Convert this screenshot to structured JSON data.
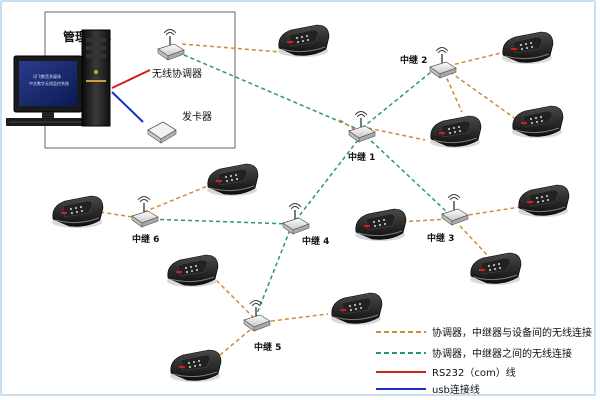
{
  "management_center": {
    "title": "管理中心",
    "monitor_text": [
      "讯飞数音多媒体",
      "中文数字无线监控系统"
    ],
    "coordinator_label": "无线协调器",
    "card_issuer_label": "发卡器"
  },
  "relays": [
    "中继 1",
    "中继 2",
    "中继 4",
    "中继 3",
    "中继 6",
    "中继 5"
  ],
  "legend": [
    {
      "label": "协调器，中继器与设备间的无线连接",
      "style": "dashed",
      "color": "#d08a3a"
    },
    {
      "label": "协调器，中继器之间的无线连接",
      "style": "dashed",
      "color": "#2a9a6a"
    },
    {
      "label": "RS232（com）线",
      "style": "solid",
      "color": "#cc1f1f"
    },
    {
      "label": "usb连接线",
      "style": "solid",
      "color": "#1a2fc4"
    }
  ],
  "colors": {
    "device_link": "#d08a3a",
    "relay_link": "#2a9a6a",
    "rs232": "#cc1f1f",
    "usb": "#1a2fc4",
    "frame": "#c9dff0"
  }
}
